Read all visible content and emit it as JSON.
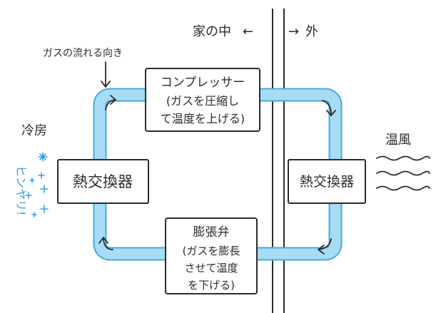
{
  "colors": {
    "pipe_fill": "#a6dcf5",
    "pipe_edge": "#4aa9d8",
    "cold_sparkle": "#3a9ee0",
    "ink": "#2b2b2b"
  },
  "header": {
    "inside_label": "家の中",
    "inside_arrow": "←",
    "outside_arrow": "→",
    "outside_label": "外"
  },
  "gas_flow_label": "ガスの流れる向き",
  "compressor": {
    "title": "コンプレッサー",
    "note_line1": "(ガスを圧縮し",
    "note_line2": "て温度を上げる)"
  },
  "indoor_exchanger": {
    "label": "熱交換器"
  },
  "outdoor_exchanger": {
    "label": "熱交換器"
  },
  "expansion_valve": {
    "title": "膨張弁",
    "note_line1": "(ガスを膨長",
    "note_line2": "させて温度",
    "note_line3": "を下げる)"
  },
  "cooling": {
    "label": "冷房",
    "onomatopoeia": "ヒンヤリ!"
  },
  "warm_wind": {
    "label": "温風"
  },
  "icons": [
    "down-arrow-icon",
    "flow-arrow-icon",
    "sparkle-icon",
    "wavy-line-icon"
  ]
}
